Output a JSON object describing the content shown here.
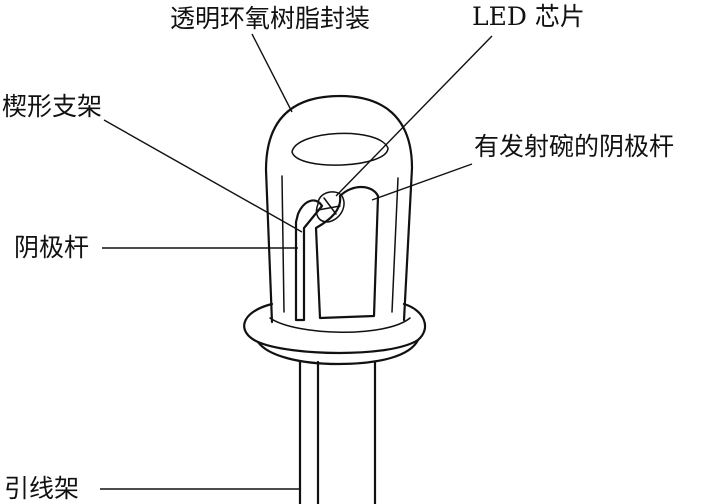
{
  "labels": {
    "epoxy": "透明环氧树脂封装",
    "chip": "LED 芯片",
    "wedge": "楔形支架",
    "reflector_cathode": "有发射碗的阴极杆",
    "cathode": "阴极杆",
    "lead_frame": "引线架"
  },
  "colors": {
    "stroke": "#111111",
    "background": "#ffffff"
  }
}
